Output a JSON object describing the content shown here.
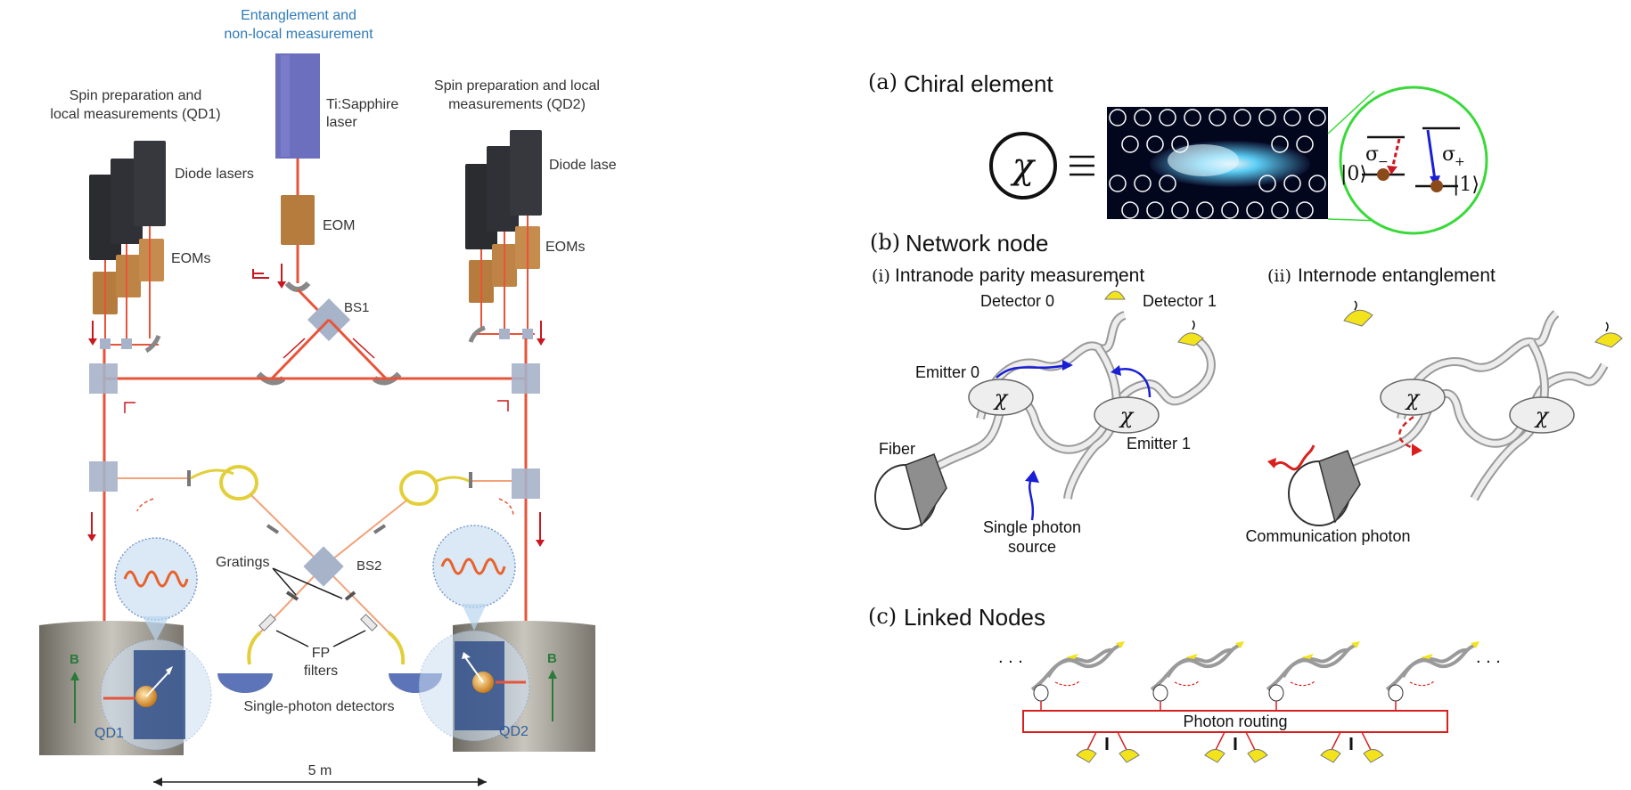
{
  "left_figure": {
    "top_label": [
      "Entanglement and",
      "non-local measurement"
    ],
    "spin_prep_qd1": [
      "Spin preparation and",
      "local measurements (QD1)"
    ],
    "spin_prep_qd2": [
      "Spin preparation and local",
      "measurements (QD2)"
    ],
    "tisapphire_label": [
      "Ti:Sapphire",
      "laser"
    ],
    "diode_lasers_left": "Diode lasers",
    "diode_lasers_right": "Diode lase",
    "eom_label": "EOM",
    "eoms_left": "EOMs",
    "eoms_right": "EOMs",
    "bs1_label": "BS1",
    "bs2_label": "BS2",
    "gratings_label": "Gratings",
    "fp_filters_label": [
      "FP",
      "filters"
    ],
    "detectors_label": "Single-photon detectors",
    "qd1_label": "QD1",
    "qd2_label": "QD2",
    "b_label": "B",
    "distance_label": "5 m"
  },
  "right_figure": {
    "panel_a": {
      "letter": "(a)",
      "title": "Chiral element",
      "chi": "χ",
      "ket0": "|0⟩",
      "ket1": "|1⟩",
      "sigma_minus": "σ",
      "sigma_minus_sub": "−",
      "sigma_plus": "σ",
      "sigma_plus_sub": "+"
    },
    "panel_b": {
      "letter": "(b)",
      "title": "Network node",
      "sub_i_num": "(i)",
      "sub_i": "Intranode parity measurement",
      "sub_ii_num": "(ii)",
      "sub_ii": "Internode entanglement",
      "detector0": "Detector 0",
      "detector1": "Detector 1",
      "emitter0": "Emitter 0",
      "emitter1": "Emitter 1",
      "fiber": "Fiber",
      "single_photon_source": [
        "Single photon",
        "source"
      ],
      "communication_photon": "Communication photon",
      "chi": "χ"
    },
    "panel_c": {
      "letter": "(c)",
      "title": "Linked Nodes",
      "routing": "Photon routing",
      "ellipsis": ". . ."
    }
  },
  "colors": {
    "beam": "#e8543a",
    "label_blue": "#2f7ab9",
    "detector_yellow": "#f2e31c",
    "routing_red": "#d9201f",
    "chiral_circle": "#39d93a",
    "arrow_red": "#c9181f",
    "blue_arrow": "#1a1fd6"
  }
}
